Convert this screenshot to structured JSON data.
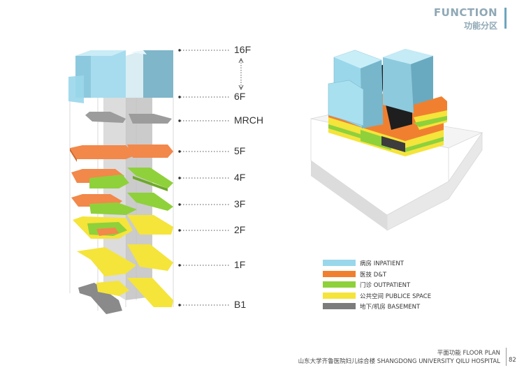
{
  "header": {
    "title": "FUNCTION",
    "subtitle": "功能分区"
  },
  "levels": [
    "16F",
    "6F",
    "MRCH",
    "5F",
    "4F",
    "3F",
    "2F",
    "1F",
    "B1"
  ],
  "legend": [
    {
      "label": "病房 INPATIENT",
      "color": "#9ad7ea"
    },
    {
      "label": "医技 D&T",
      "color": "#f08030"
    },
    {
      "label": "门诊 OUTPATIENT",
      "color": "#8fd13a"
    },
    {
      "label": "公共空间 PUBLICE SPACE",
      "color": "#f5e43a"
    },
    {
      "label": "地下/机房 BASEMENT",
      "color": "#7c7c7c"
    }
  ],
  "footer": {
    "caption": "平面功能 FLOOR PLAN",
    "project": "山东大学齐鲁医院妇儿综合楼 SHANGDONG UNIVERSITY QILU HOSPITAL",
    "page": "82"
  }
}
